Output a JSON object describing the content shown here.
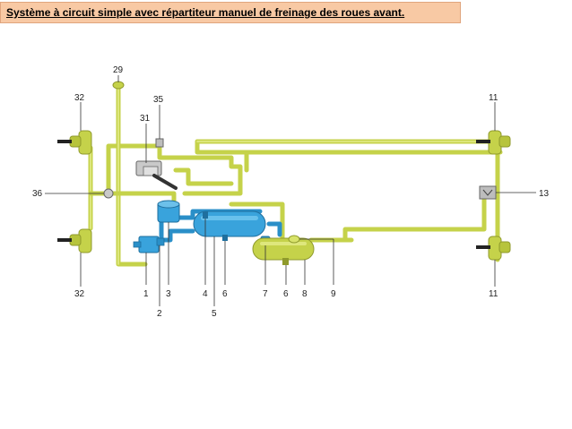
{
  "title": "Système à circuit simple avec répartiteur manuel de freinage des roues avant.",
  "labels": {
    "l29": "29",
    "l35": "35",
    "l31": "31",
    "l32a": "32",
    "l32b": "32",
    "l36": "36",
    "l11a": "11",
    "l11b": "11",
    "l13": "13",
    "l1": "1",
    "l2": "2",
    "l3": "3",
    "l4": "4",
    "l5": "5",
    "l6a": "6",
    "l7": "7",
    "l6b": "6",
    "l8": "8",
    "l9": "9"
  },
  "colors": {
    "pipe_green": "#c5d24a",
    "pipe_blue": "#2a8fc8",
    "title_bg": "#f8c9a4"
  }
}
